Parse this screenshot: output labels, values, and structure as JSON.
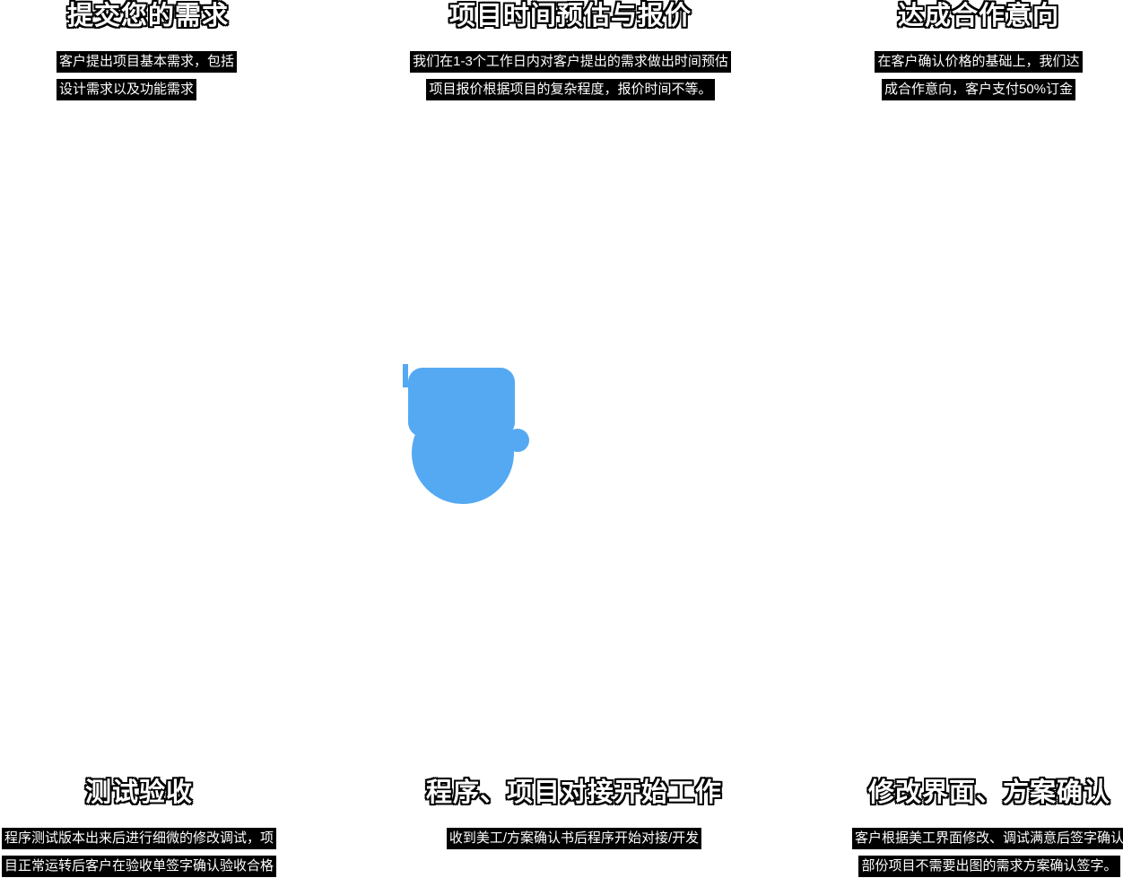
{
  "page": {
    "background": "#ffffff"
  },
  "icon": {
    "name": "center-process-icon",
    "color": "#55A9F2"
  },
  "steps": {
    "top": [
      {
        "title": "提交您的需求",
        "lines": [
          "客户提出项目基本需求，包括",
          "设计需求以及功能需求"
        ]
      },
      {
        "title": "项目时间预估与报价",
        "lines": [
          "我们在1-3个工作日内对客户提出的需求做出时间预估",
          "项目报价根据项目的复杂程度，报价时间不等。"
        ]
      },
      {
        "title": "达成合作意向",
        "lines": [
          "在客户确认价格的基础上，我们达",
          "成合作意向，客户支付50%订金"
        ]
      }
    ],
    "bottom": [
      {
        "title": "测试验收",
        "lines": [
          "程序测试版本出来后进行细微的修改调试，项",
          "目正常运转后客户在验收单签字确认验收合格"
        ]
      },
      {
        "title": "程序、项目对接开始工作",
        "lines": [
          "收到美工/方案确认书后程序开始对接/开发"
        ]
      },
      {
        "title": "修改界面、方案确认",
        "lines": [
          "客户根据美工界面修改、调试满意后签字确认",
          "部份项目不需要出图的需求方案确认签字。"
        ]
      }
    ]
  }
}
